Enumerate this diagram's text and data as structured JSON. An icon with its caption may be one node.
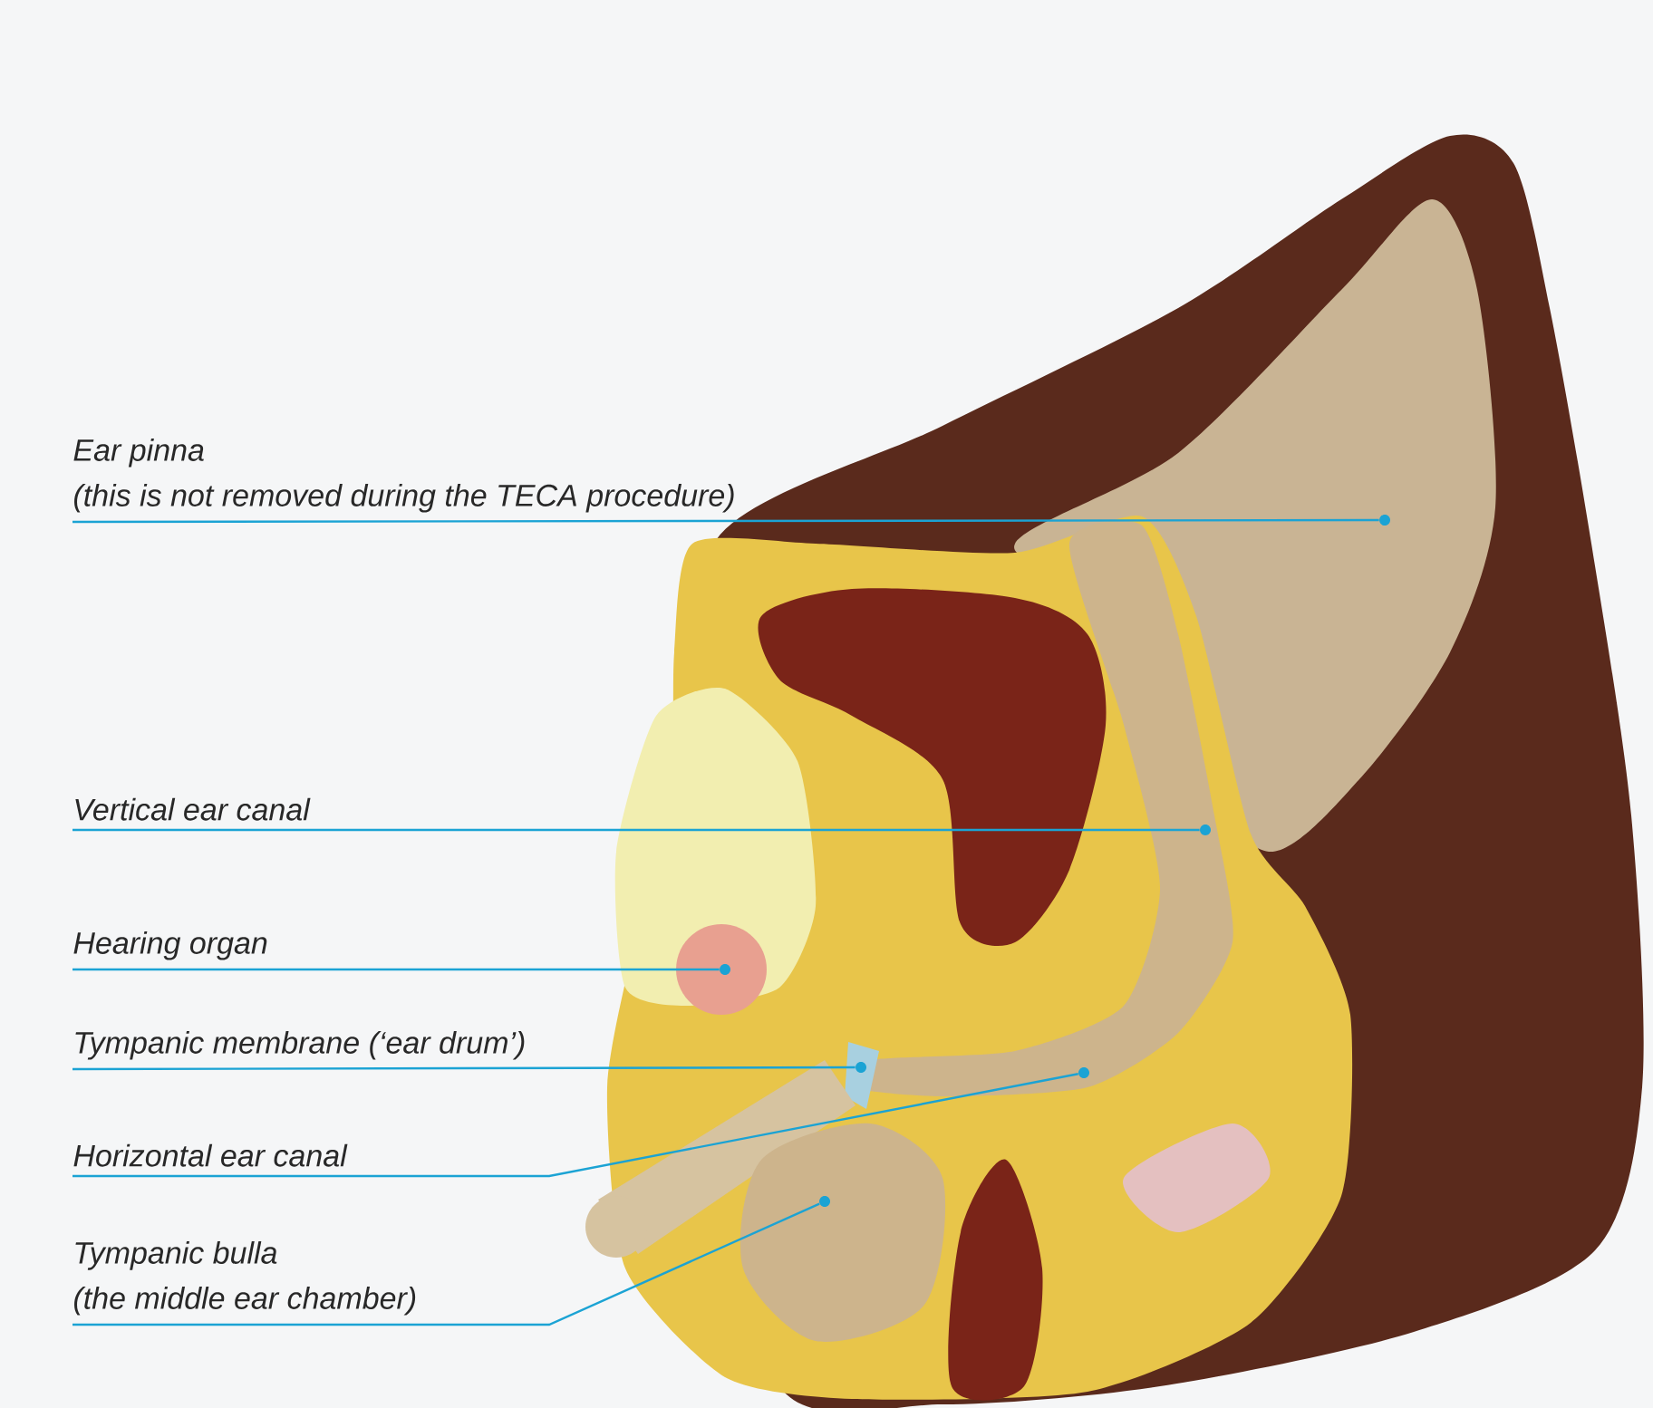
{
  "diagram": {
    "nodes": [
      {
        "text": [
          "Ear pinna",
          "(this is not removed during the TECA procedure)"
        ]
      },
      {
        "text": [],
        "shape": "circle"
      },
      {
        "text": [
          "Vertical ear canal"
        ]
      },
      {
        "text": [],
        "shape": "circle"
      },
      {
        "text": [
          "Hearing organ"
        ]
      },
      {
        "text": [],
        "shape": "circle"
      },
      {
        "text": [
          "Tympanic membrane (‘ear drum’)"
        ]
      },
      {
        "text": [],
        "shape": "circle"
      },
      {
        "text": [
          "Horizontal ear canal"
        ]
      },
      {
        "text": [],
        "shape": "circle"
      },
      {
        "text": [
          "Tympanic bulla",
          "(the middle ear chamber)"
        ]
      },
      {
        "text": [],
        "shape": "circle"
      }
    ],
    "edges": [
      {
        "from": 0,
        "to": 1,
        "arrow": "none"
      },
      {
        "from": 2,
        "to": 3,
        "arrow": "none"
      },
      {
        "from": 4,
        "to": 5,
        "arrow": "none"
      },
      {
        "from": 6,
        "to": 7,
        "arrow": "none"
      },
      {
        "from": 8,
        "to": 9,
        "arrow": "none"
      },
      {
        "from": 10,
        "to": 11,
        "arrow": "none"
      }
    ]
  }
}
